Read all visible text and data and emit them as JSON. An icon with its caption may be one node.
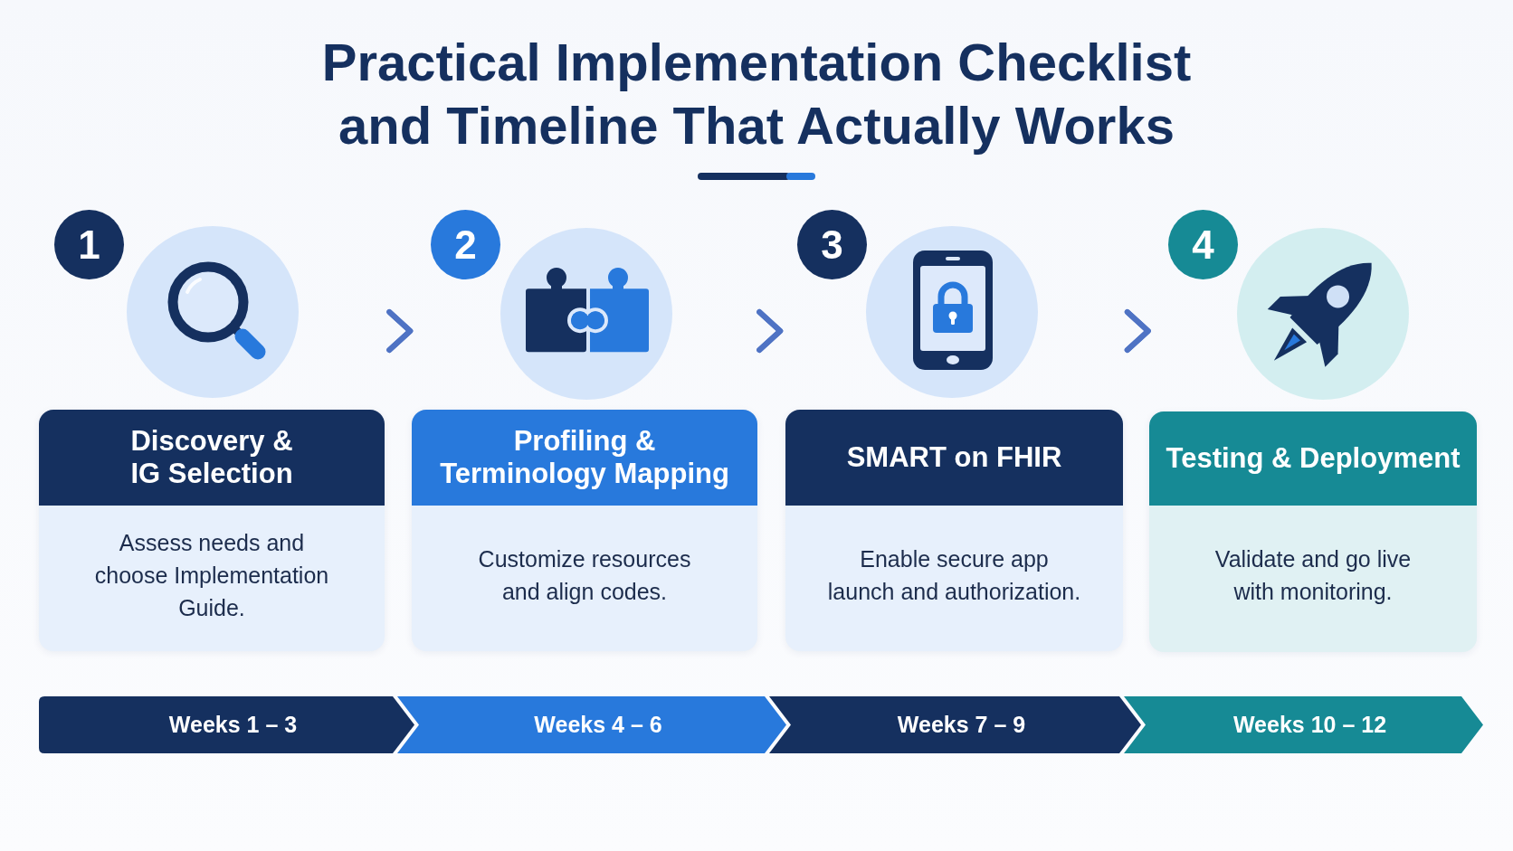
{
  "diagram": {
    "title": "Practical Implementation Checklist and Timeline That Actually Works",
    "nodes": [
      {
        "text": [
          "1"
        ]
      },
      {
        "text": [],
        "shape": "circle"
      },
      {
        "text": [
          "Discovery & IG Selection",
          "Assess needs and choose Implementation Guide."
        ]
      },
      {
        "text": [
          "2"
        ]
      },
      {
        "text": [],
        "shape": "circle"
      },
      {
        "text": [
          "Profiling & Terminology Mapping",
          "Customize resources and align codes."
        ]
      },
      {
        "text": [
          "3"
        ]
      },
      {
        "text": [],
        "shape": "circle"
      },
      {
        "text": [
          "SMART on FHIR",
          "Enable secure app launch and authorization."
        ]
      },
      {
        "text": [
          "4"
        ]
      },
      {
        "text": [],
        "shape": "circle"
      },
      {
        "text": [
          "Testing & Deployment",
          "Validate and go live with monitoring."
        ]
      },
      {
        "text": [
          "Weeks 1 – 3"
        ]
      },
      {
        "text": [
          "Weeks 4 – 6"
        ]
      },
      {
        "text": [
          "Weeks 7 – 9"
        ]
      },
      {
        "text": [
          "Weeks 10 – 12"
        ]
      }
    ],
    "edges": [
      {
        "from": 1,
        "to": 4,
        "arrow": "to"
      },
      {
        "from": 4,
        "to": 7,
        "arrow": "to"
      },
      {
        "from": 7,
        "to": 10,
        "arrow": "to"
      }
    ]
  }
}
